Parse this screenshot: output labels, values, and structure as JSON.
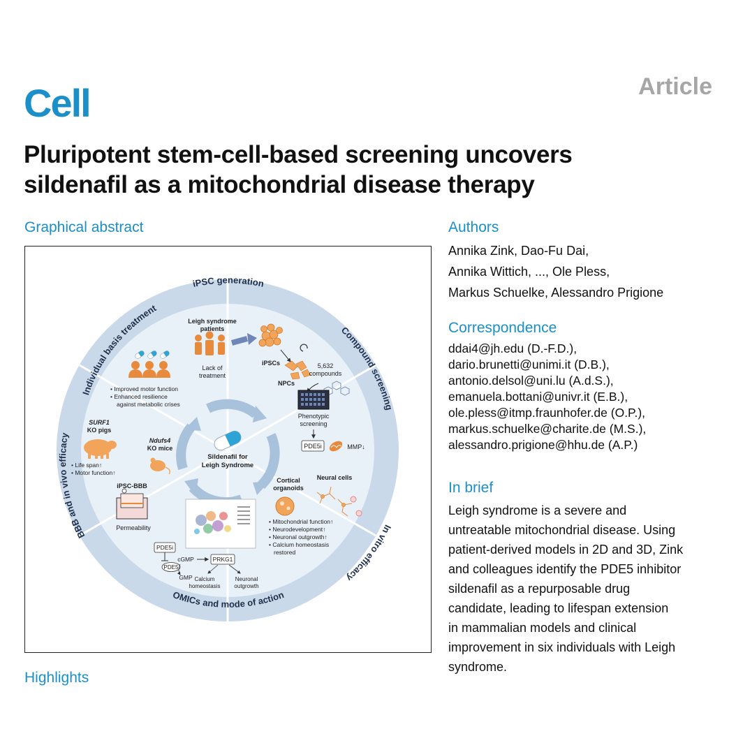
{
  "journal": {
    "name": "Cell",
    "article_type": "Article"
  },
  "title_line1": "Pluripotent stem-cell-based screening uncovers",
  "title_line2": "sildenafil as a mitochondrial disease therapy",
  "sections": {
    "graphical_abstract": "Graphical abstract",
    "highlights": "Highlights",
    "authors": "Authors",
    "correspondence": "Correspondence",
    "in_brief": "In brief"
  },
  "authors_lines": [
    "Annika Zink, Dao-Fu Dai,",
    "Annika Wittich, ..., Ole Pless,",
    "Markus Schuelke, Alessandro Prigione"
  ],
  "correspondence": [
    "ddai4@jh.edu (D.-F.D.),",
    "dario.brunetti@unimi.it (D.B.),",
    "antonio.delsol@uni.lu (A.d.S.),",
    "emanuela.bottani@univr.it (E.B.),",
    "ole.pless@itmp.fraunhofer.de (O.P.),",
    "markus.schuelke@charite.de (M.S.),",
    "alessandro.prigione@hhu.de (A.P.)"
  ],
  "in_brief_lines": [
    "Leigh syndrome is a severe and",
    "untreatable mitochondrial disease. Using",
    "patient-derived models in 2D and 3D, Zink",
    "and colleagues identify the PDE5 inhibitor",
    "sildenafil as a repurposable drug",
    "candidate, leading to lifespan extension",
    "in mammalian models and clinical",
    "improvement in six individuals with Leigh",
    "syndrome."
  ],
  "graphic": {
    "colors": {
      "ring": "#c9d9ea",
      "ring_text": "#1f2f4a",
      "disc": "#e8f0f8",
      "divider": "#ffffff",
      "accent": "#e88a3c",
      "arrow": "#a9c2dc"
    },
    "ring_labels": {
      "top": "iPSC generation",
      "upper_right": "Compound screening",
      "lower_right": "In vitro efficacy",
      "bottom": "OMICs and mode of action",
      "lower_left": "BBB and in vivo efficacy",
      "upper_left": "Individual basis treatment"
    },
    "center_label_1": "Sildenafil for",
    "center_label_2": "Leigh Syndrome",
    "ipsc": {
      "patients_1": "Leigh syndrome",
      "patients_2": "patients",
      "lack_1": "Lack of",
      "lack_2": "treatment",
      "ipscs": "iPSCs"
    },
    "screening": {
      "npcs": "NPCs",
      "compounds_1": "5,632",
      "compounds_2": "compounds",
      "pheno_1": "Phenotypic",
      "pheno_2": "screening",
      "pde5i": "PDE5i",
      "mmp": "MMP↓"
    },
    "invitro": {
      "organoids_1": "Cortical",
      "organoids_2": "organoids",
      "neural": "Neural cells",
      "b1": "• Mitochondrial function↑",
      "b2": "• Neurodevelopment↑",
      "b3": "• Neuronal outgrowth↑",
      "b4": "• Calcium homeostasis",
      "b5": "restored"
    },
    "omics": {
      "pde5i": "PDE5i",
      "pde5": "PDE5",
      "cgmp": "cGMP",
      "gmp": "GMP",
      "prkg1": "PRKG1",
      "calcium_1": "Calcium",
      "calcium_2": "homeostasis",
      "neuronal_1": "Neuronal",
      "neuronal_2": "outgrowth"
    },
    "invivo": {
      "surf1": "SURF1",
      "ko_pigs": "KO pigs",
      "ndufs4": "Ndufs4",
      "ko_mice": "KO mice",
      "b1": "• Life span↑",
      "b2": "• Motor function↑",
      "bbb": "iPSC-BBB",
      "perm": "Permeability"
    },
    "individual": {
      "b1": "• Improved motor function",
      "b2": "• Enhanced resilience",
      "b3": "against metabolic crises"
    }
  }
}
